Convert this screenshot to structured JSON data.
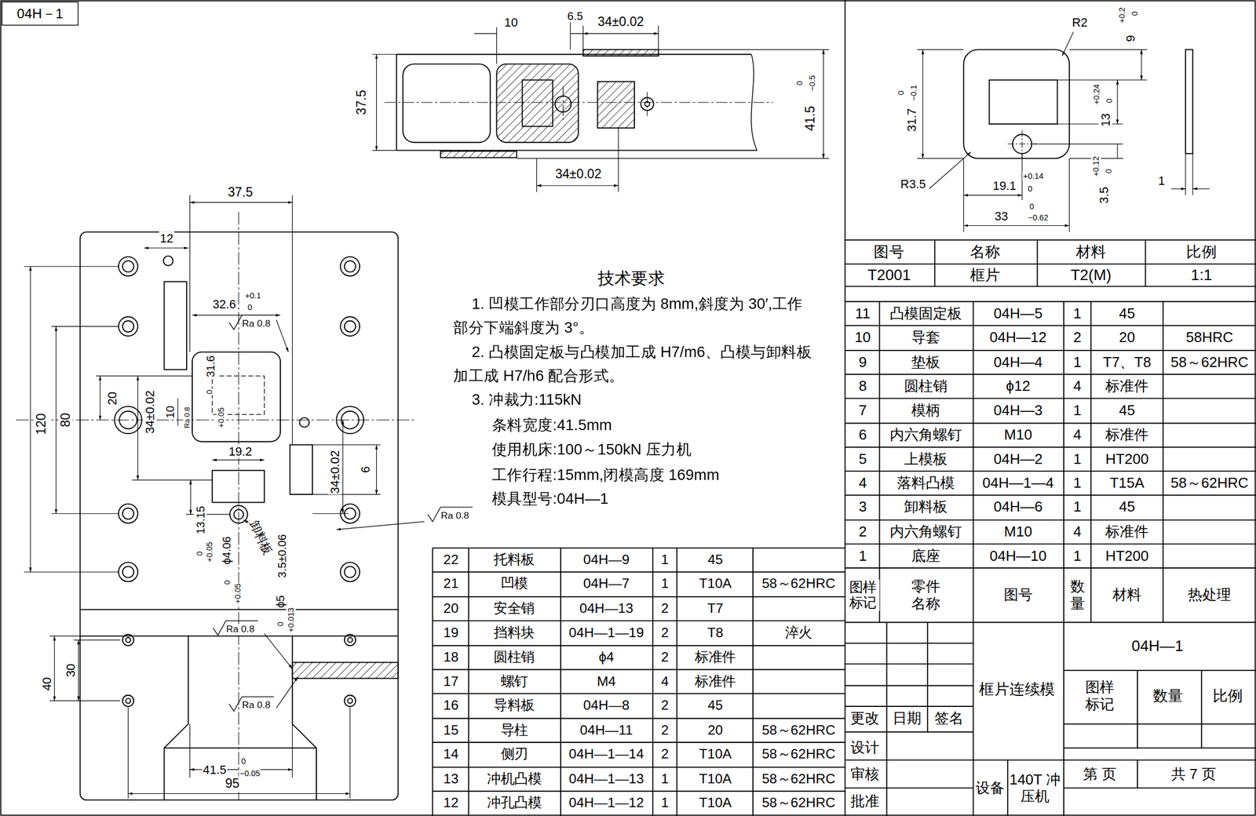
{
  "diagram": {
    "nodes": [
      {
        "text": [
          "04H－1"
        ]
      }
    ],
    "labels": [
      "10",
      "6.5",
      "34±0.02",
      "37.5",
      "41.5",
      "0",
      "−0.5",
      "34±0.02",
      "R2",
      "9",
      "+0.2",
      "0",
      "31.7",
      "0",
      "−0.1",
      "13",
      "+0.24",
      "0",
      "19.1",
      "+0.14",
      "0",
      "3.5",
      "+0.12",
      "0",
      "R3.5",
      "33",
      "0",
      "−0.62",
      "1",
      "图号",
      "名称",
      "材料",
      "比例",
      "T2001",
      "框片",
      "T2(M)",
      "1:1",
      "11",
      "凸模固定板",
      "04H—5",
      "1",
      "45",
      "10",
      "导套",
      "04H—12",
      "2",
      "20",
      "58HRC",
      "9",
      "垫板",
      "04H—4",
      "1",
      "T7、T8",
      "58～62HRC",
      "8",
      "圆柱销",
      "ϕ12",
      "4",
      "标准件",
      "7",
      "模柄",
      "04H—3",
      "1",
      "45",
      "6",
      "内六角螺钉",
      "M10",
      "4",
      "标准件",
      "5",
      "上模板",
      "04H—2",
      "1",
      "HT200",
      "4",
      "落料凸模",
      "04H—1—4",
      "1",
      "T15A",
      "58～62HRC",
      "3",
      "卸料板",
      "04H—6",
      "1",
      "45",
      "2",
      "内六角螺钉",
      "M10",
      "4",
      "标准件",
      "1",
      "底座",
      "04H—10",
      "1",
      "HT200",
      "图样 标记",
      "零件 名称",
      "图号",
      "数 量",
      "材料",
      "热处理",
      "22",
      "托料板",
      "04H—9",
      "1",
      "45",
      "21",
      "凹模",
      "04H—7",
      "1",
      "T10A",
      "58～62HRC",
      "20",
      "安全销",
      "04H—13",
      "2",
      "T7",
      "19",
      "挡料块",
      "04H—1—19",
      "2",
      "T8",
      "淬火",
      "18",
      "圆柱销",
      "ϕ4",
      "2",
      "标准件",
      "17",
      "螺钉",
      "M4",
      "4",
      "标准件",
      "16",
      "导料板",
      "04H—8",
      "2",
      "45",
      "15",
      "导柱",
      "04H—11",
      "2",
      "20",
      "58～62HRC",
      "14",
      "侧刃",
      "04H—1—14",
      "2",
      "T10A",
      "58～62HRC",
      "13",
      "冲机凸模",
      "04H—1—13",
      "1",
      "T10A",
      "58～62HRC",
      "12",
      "冲孔凸模",
      "04H—1—12",
      "1",
      "T10A",
      "58～62HRC",
      "04H—1",
      "框片连续模",
      "图样 标记",
      "数量",
      "比例",
      "更改",
      "日期",
      "签名",
      "设计",
      "审核",
      "批准",
      "设备",
      "140T 冲压机",
      "第 页",
      "共 7 页",
      "技术要求",
      "1. 凹模工作部分刃口高度为 8mm,斜度为 30′,工作部分下端斜度为 3°。",
      "2. 凸模固定板与凸模加工成 H7/m6、凸模与卸料板加工成 H7/h6 配合形式。",
      "3. 冲裁力:115kN",
      "条料宽度:41.5mm",
      "使用机床:100～150kN 压力机",
      "工作行程:15mm,闭模高度 169mm",
      "模具型号:04H—1",
      "37.5",
      "12",
      "32.6",
      "+0.1",
      "0",
      "Ra 0.8",
      "31.6",
      "+0.05",
      "0",
      "Ra 0.8",
      "120",
      "80",
      "20",
      "34±0.02",
      "10",
      "19.2",
      "13.15",
      "+0.05",
      "0",
      "ϕ4.06",
      "+0.05",
      "0",
      "卸料板",
      "3.5±0.06",
      "ϕ5",
      "+0.013",
      "0",
      "34±0.02",
      "6",
      "Ra 0.8",
      "Ra 0.8",
      "Ra 0.8",
      "30",
      "40",
      "41.5",
      "0",
      "−0.05",
      "95"
    ]
  }
}
